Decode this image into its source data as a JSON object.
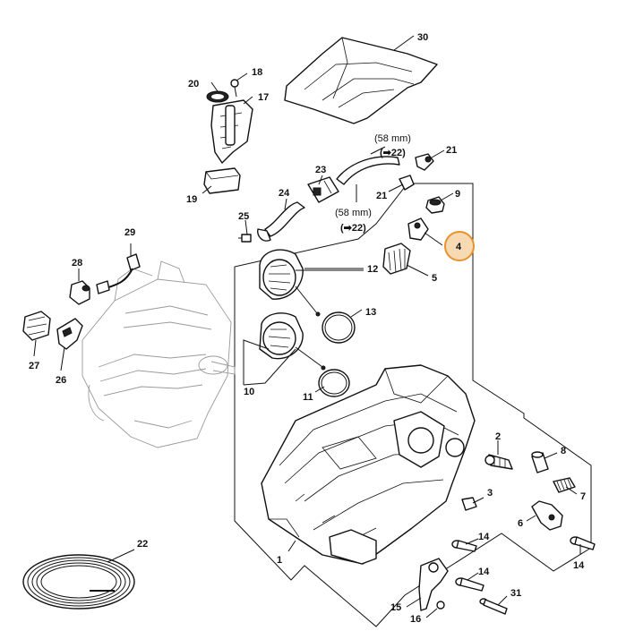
{
  "callouts": {
    "p1": "1",
    "p2": "2",
    "p3": "3",
    "p4": "4",
    "p5": "5",
    "p6": "6",
    "p7": "7",
    "p8": "8",
    "p9": "9",
    "p10": "10",
    "p11": "11",
    "p12": "12",
    "p13": "13",
    "p14a": "14",
    "p14b": "14",
    "p14c": "14",
    "p15": "15",
    "p16": "16",
    "p17": "17",
    "p18": "18",
    "p19": "19",
    "p20": "20",
    "p21a": "21",
    "p21b": "21",
    "p22": "22",
    "p23": "23",
    "p24": "24",
    "p25": "25",
    "p26": "26",
    "p27": "27",
    "p28": "28",
    "p29": "29",
    "p30": "30",
    "p31": "31"
  },
  "notes": {
    "upper_length": "(58 mm)",
    "upper_ref": "(➡22)",
    "lower_length": "(58 mm)",
    "lower_ref": "(➡22)"
  },
  "highlight": {
    "part": "4",
    "color": "#E8912D",
    "fill": "#F7D9B3"
  }
}
